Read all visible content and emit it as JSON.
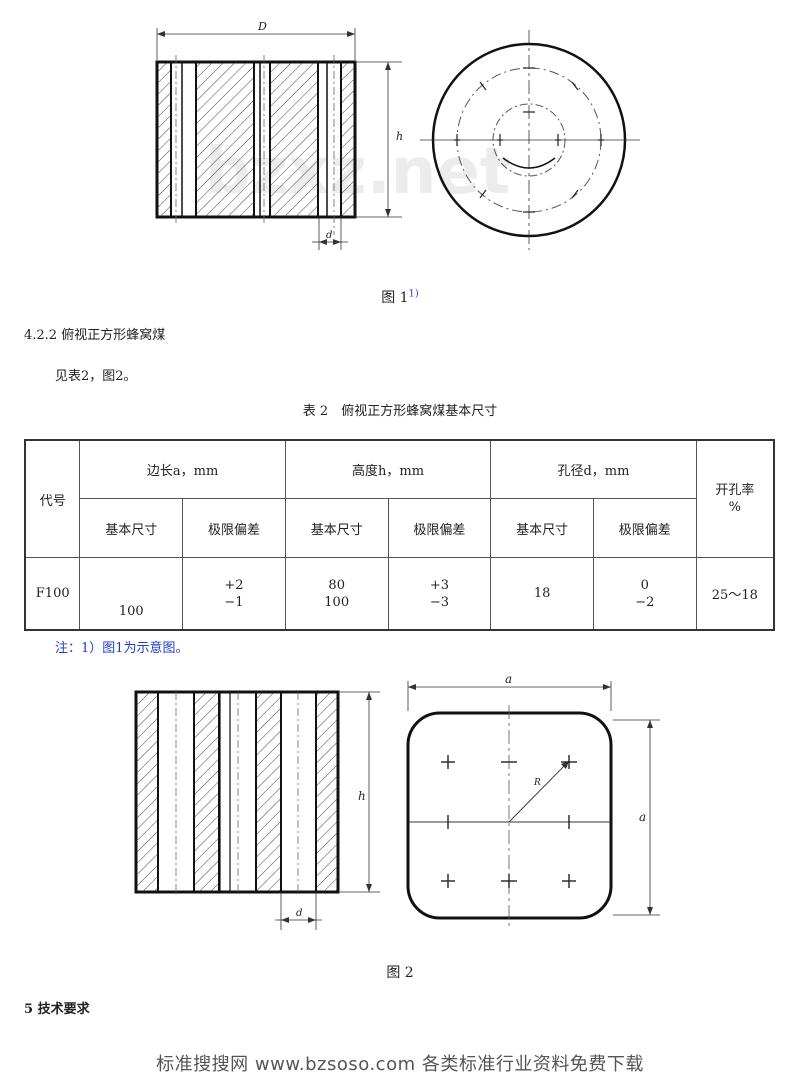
{
  "figure1": {
    "dim_D": "D",
    "dim_h": "h",
    "dim_d": "d",
    "caption": "图 1",
    "caption_note": "1)"
  },
  "section_422": {
    "heading": "4.2.2 俯视正方形蜂窝煤",
    "ref": "见表2，图2。"
  },
  "table2": {
    "title": "表 2　俯视正方形蜂窝煤基本尺寸",
    "header": {
      "code": "代号",
      "side": "边长a，mm",
      "height": "高度h，mm",
      "hole": "孔径d，mm",
      "rate_line1": "开孔率",
      "rate_line2": "%",
      "basic": "基本尺寸",
      "tolerance": "极限偏差"
    },
    "row": {
      "code": "F100",
      "side_basic": "100",
      "side_tol_plus": "+2",
      "side_tol_minus": "−1",
      "height_basic_1": "80",
      "height_basic_2": "100",
      "height_tol_plus": "+3",
      "height_tol_minus": "−3",
      "hole_basic": "18",
      "hole_tol_plus": "0",
      "hole_tol_minus": "−2",
      "rate": "25～18"
    }
  },
  "note": "注：1）图1为示意图。",
  "figure2": {
    "dim_a_top": "a",
    "dim_a_right": "a",
    "dim_h": "h",
    "dim_d": "d",
    "dim_r": "R",
    "caption": "图 2"
  },
  "section5": {
    "heading": "5 技术要求"
  },
  "footer": "标准搜搜网 www.bzsoso.com 各类标准行业资料免费下载",
  "watermark": "bzxz.net"
}
